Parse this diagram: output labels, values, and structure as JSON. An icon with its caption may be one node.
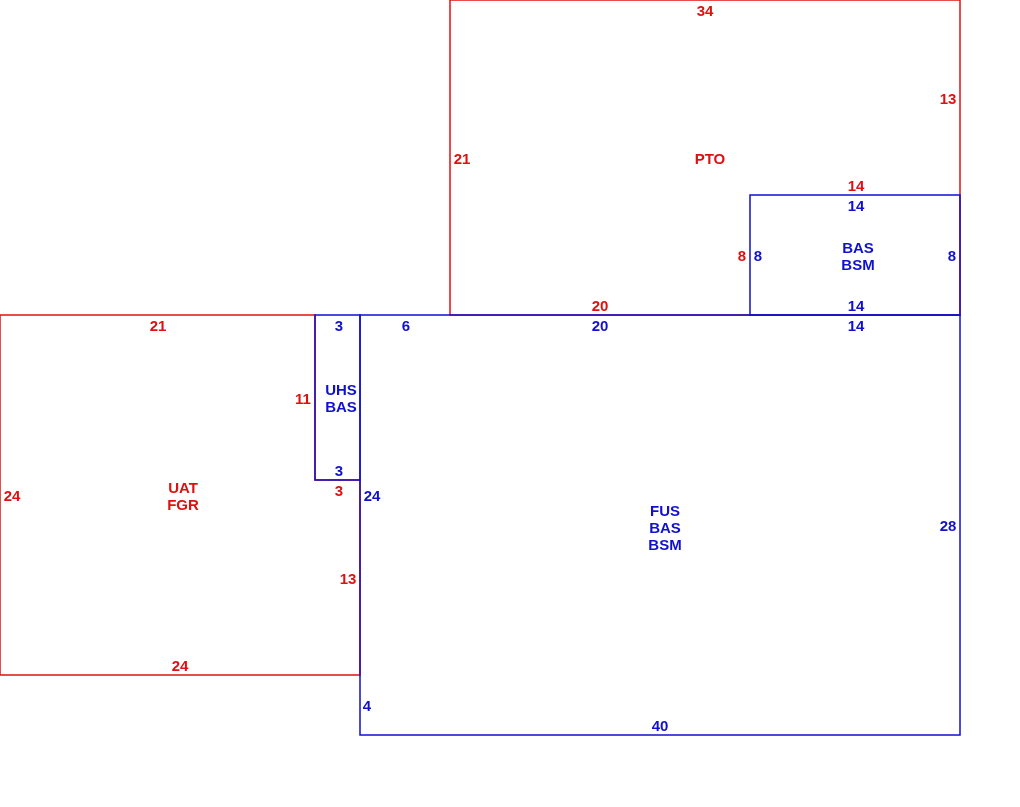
{
  "diagram": {
    "nodes": [
      {
        "text": [
          "PTO"
        ]
      },
      {
        "text": [
          "BAS",
          "BSM"
        ],
        "in": 0
      },
      {
        "text": [
          "UAT",
          "FGR"
        ]
      },
      {
        "text": [
          "UHS",
          "BAS"
        ]
      },
      {
        "text": [
          "FUS",
          "BAS",
          "BSM"
        ]
      }
    ],
    "labels": [
      "34",
      "13",
      "21",
      "14",
      "14",
      "8",
      "8",
      "8",
      "20",
      "14",
      "21",
      "3",
      "6",
      "20",
      "14",
      "11",
      "3",
      "3",
      "24",
      "24",
      "28",
      "13",
      "24",
      "4",
      "40"
    ]
  }
}
